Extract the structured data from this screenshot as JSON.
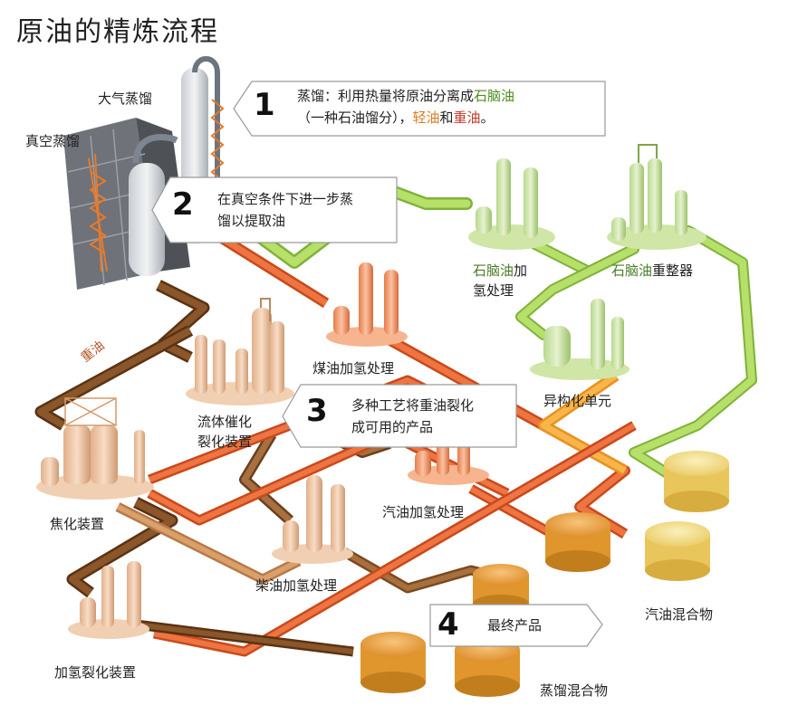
{
  "title": "原油的精炼流程",
  "labels": {
    "atmospheric": "大气蒸馏",
    "vacuum": "真空蒸馏",
    "naphtha_hydro_1": "石脑油",
    "naphtha_hydro_2": "加",
    "naphtha_hydro_3": "氢处理",
    "reformer_1": "石脑油",
    "reformer_2": "重整器",
    "kerosene": "煤油加氢处理",
    "isomer": "异构化单元",
    "fcc_1": "流体催化",
    "fcc_2": "裂化装置",
    "heavy_oil": "重油",
    "coker": "焦化装置",
    "gasoline_hydro": "汽油加氢处理",
    "diesel_hydro": "柴油加氢处理",
    "hydrocracker": "加氢裂化装置",
    "gasoline_blend": "汽油混合物",
    "distillate_blend": "蒸馏混合物"
  },
  "callouts": {
    "c1": {
      "num": "1",
      "p1": "蒸馏：利用热量将原油分离成",
      "p2": "石脑油",
      "p3": "（一种石油馏分），",
      "p4": "轻油",
      "p5": "和",
      "p6": "重油",
      "p7": "。"
    },
    "c2": {
      "num": "2",
      "line1": "在真空条件下进一步蒸",
      "line2": "馏以提取油"
    },
    "c3": {
      "num": "3",
      "line1": "多种工艺将重油裂化",
      "line2": "成可用的产品"
    },
    "c4": {
      "num": "4",
      "text": "最终产品"
    }
  },
  "colors": {
    "naphtha": "#a6d65a",
    "kerosene": "#e8632e",
    "heavy": "#7a4a22",
    "fcc_flow": "#b0703f",
    "gasoline": "#f4a33a",
    "tank_yellow": "#f4dd88",
    "tank_orange": "#e89a2c"
  }
}
